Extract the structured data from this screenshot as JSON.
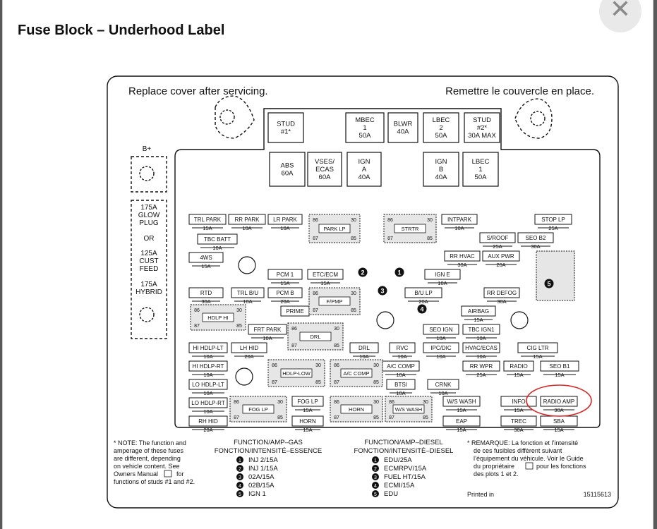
{
  "dialog": {
    "title": "Fuse Block – Underhood Label",
    "close_icon": "close-icon"
  },
  "label": {
    "replace_en": "Replace cover after servicing.",
    "replace_fr": "Remettre le couvercle en place.",
    "b_plus": "B+",
    "studs": [
      {
        "line1": "STUD",
        "line2": "#1*",
        "line3": ""
      },
      {
        "line1": "STUD",
        "line2": "#2*",
        "line3": "30A MAX"
      }
    ],
    "large_fuses": [
      {
        "line1": "MBEC",
        "line2": "1",
        "line3": "50A"
      },
      {
        "line1": "BLWR",
        "line2": "",
        "line3": "40A"
      },
      {
        "line1": "LBEC",
        "line2": "2",
        "line3": "50A"
      },
      {
        "line1": "ABS",
        "line2": "",
        "line3": "60A"
      },
      {
        "line1": "VSES/",
        "line2": "ECAS",
        "line3": "60A"
      },
      {
        "line1": "IGN",
        "line2": "A",
        "line3": "40A"
      },
      {
        "line1": "IGN",
        "line2": "B",
        "line3": "40A"
      },
      {
        "line1": "LBEC",
        "line2": "1",
        "line3": "50A"
      }
    ],
    "glow_plug": [
      "175A",
      "GLOW",
      "PLUG",
      "OR",
      "125A",
      "CUST",
      "FEED",
      "175A",
      "HYBRID"
    ],
    "mini_fuses": [
      {
        "name": "TRL PARK",
        "amp": "15A"
      },
      {
        "name": "RR PARK",
        "amp": "10A"
      },
      {
        "name": "LR PARK",
        "amp": "10A"
      },
      {
        "name": "TBC BATT",
        "amp": "10A"
      },
      {
        "name": "4WS",
        "amp": "15A"
      },
      {
        "name": "PCM 1",
        "amp": "15A"
      },
      {
        "name": "ETC/ECM",
        "amp": "15A"
      },
      {
        "name": "RTD",
        "amp": "30A"
      },
      {
        "name": "TRL B/U",
        "amp": "10A"
      },
      {
        "name": "PCM B",
        "amp": "20A"
      },
      {
        "name": "PRIME",
        "amp": ""
      },
      {
        "name": "FRT PARK",
        "amp": "10A"
      },
      {
        "name": "HI HDLP-LT",
        "amp": "10A"
      },
      {
        "name": "LH HID",
        "amp": "20A"
      },
      {
        "name": "DRL",
        "amp": "10A"
      },
      {
        "name": "RVC",
        "amp": "10A"
      },
      {
        "name": "HI HDLP-RT",
        "amp": "10A"
      },
      {
        "name": "LO HDLP-LT",
        "amp": "10A"
      },
      {
        "name": "A/C COMP",
        "amp": "10A"
      },
      {
        "name": "BTSI",
        "amp": "10A"
      },
      {
        "name": "CRNK",
        "amp": "10A"
      },
      {
        "name": "LO HDLP-RT",
        "amp": "10A"
      },
      {
        "name": "FOG LP",
        "amp": "15A"
      },
      {
        "name": "W/S WASH",
        "amp": "15A"
      },
      {
        "name": "RH HID",
        "amp": "20A"
      },
      {
        "name": "HORN",
        "amp": "15A"
      },
      {
        "name": "EAP",
        "amp": "15A"
      },
      {
        "name": "INTPARK",
        "amp": "10A"
      },
      {
        "name": "STOP LP",
        "amp": "25A"
      },
      {
        "name": "S/ROOF",
        "amp": "25A"
      },
      {
        "name": "SEO B2",
        "amp": "30A"
      },
      {
        "name": "RR HVAC",
        "amp": "30A"
      },
      {
        "name": "AUX PWR",
        "amp": "20A"
      },
      {
        "name": "IGN E",
        "amp": "10A"
      },
      {
        "name": "B/U LP",
        "amp": "20A"
      },
      {
        "name": "RR DEFOG",
        "amp": "30A"
      },
      {
        "name": "AIRBAG",
        "amp": "15A"
      },
      {
        "name": "SEO IGN",
        "amp": "10A"
      },
      {
        "name": "TBC IGN1",
        "amp": "10A"
      },
      {
        "name": "IPC/DIC",
        "amp": "10A"
      },
      {
        "name": "HVAC/ECAS",
        "amp": "10A"
      },
      {
        "name": "CIG LTR",
        "amp": "15A"
      },
      {
        "name": "RR WPR",
        "amp": "25A"
      },
      {
        "name": "RADIO",
        "amp": "15A"
      },
      {
        "name": "SEO B1",
        "amp": "15A"
      },
      {
        "name": "INFO",
        "amp": "15A"
      },
      {
        "name": "RADIO AMP",
        "amp": "30A"
      },
      {
        "name": "TREC",
        "amp": "30A"
      },
      {
        "name": "SBA",
        "amp": "15A"
      }
    ],
    "relays": [
      "PARK LP",
      "STRTR",
      "F/PMP",
      "HDLP HI",
      "DRL",
      "HDLP-LOW",
      "A/C COMP",
      "FOG LP",
      "HORN",
      "W/S WASH"
    ],
    "pin_numbers": [
      "86",
      "30",
      "87",
      "85"
    ],
    "circled_numbers": [
      "1",
      "2",
      "3",
      "4",
      "5"
    ],
    "note_en": [
      "* NOTE:  The function and",
      "amperage of these fuses",
      "are different, depending",
      "on vehicle content.  See",
      "Owners Manual",
      "for",
      "functions of studs #1 and #2."
    ],
    "gas": {
      "header1": "FUNCTION/AMP–GAS",
      "header2": "FONCTION/INTENSITÉ–ESSENCE",
      "items": [
        "INJ 2/15A",
        "INJ 1/15A",
        "02A/15A",
        "02B/15A",
        "IGN 1"
      ]
    },
    "diesel": {
      "header1": "FUNCTION/AMP–DIESEL",
      "header2": "FONCTION/INTENSITÉ–DIESEL",
      "items": [
        "EDU/25A",
        "ECMRPV/15A",
        "FUEL HT/15A",
        "ECMI/15A",
        "EDU"
      ]
    },
    "note_fr": [
      "* REMARQUE:  La fonction et l’intensité",
      "de ces fusibles diffèrent suivant",
      "l’équipement du véhicule. Voir le Guide",
      "du propriétaire",
      "pour les fonctions",
      "des plots 1 et 2."
    ],
    "printed_in": "Printed in",
    "part_number": "15115613"
  }
}
